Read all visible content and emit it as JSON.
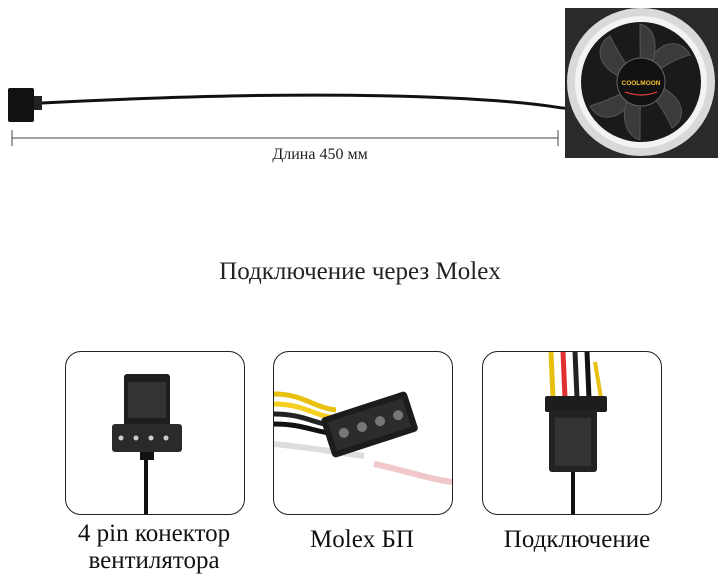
{
  "top": {
    "length_label": "Длина 450 мм",
    "brand_label": "COOLMOON"
  },
  "section": {
    "title": "Подключение через Molex"
  },
  "cards": [
    {
      "caption": "4 pin конектор вентилятора"
    },
    {
      "caption": "Molex БП"
    },
    {
      "caption": "Подключение"
    }
  ]
}
